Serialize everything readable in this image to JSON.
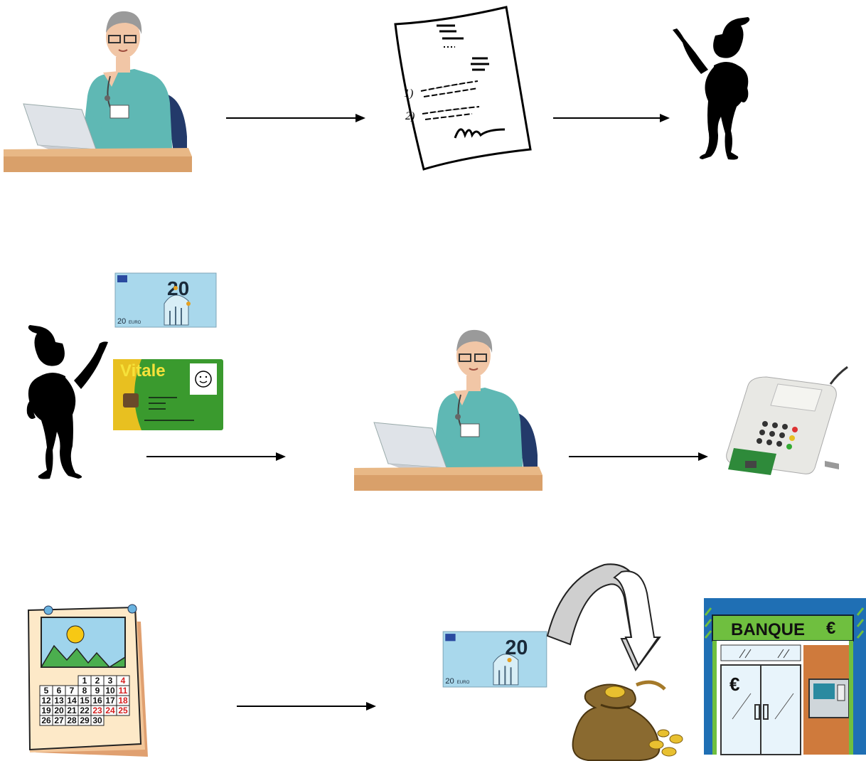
{
  "banknote": {
    "value": "20",
    "currency_label": "EURO"
  },
  "vitale_card": {
    "brand": "Vitale"
  },
  "bank": {
    "sign": "BANQUE",
    "euro_symbol": "€",
    "door_symbol": "€"
  },
  "calendar": {
    "days": [
      [
        "",
        "",
        "",
        "1",
        "2",
        "3",
        "4"
      ],
      [
        "5",
        "6",
        "7",
        "8",
        "9",
        "10",
        "11"
      ],
      [
        "12",
        "13",
        "14",
        "15",
        "16",
        "17",
        "18"
      ],
      [
        "19",
        "20",
        "21",
        "22",
        "23",
        "24",
        "25"
      ],
      [
        "26",
        "27",
        "28",
        "29",
        "30",
        "",
        ""
      ]
    ],
    "red_days": [
      "4",
      "11",
      "18",
      "23",
      "24",
      "25"
    ]
  },
  "colors": {
    "scrubs": "#5fb8b4",
    "desk": "#e2b07c",
    "silhouette": "#000000",
    "bank_green": "#6fbf3f",
    "bank_blue": "#1f6fb4",
    "vitale_green": "#3a9a2e",
    "note_blue": "#a9d8ec"
  }
}
